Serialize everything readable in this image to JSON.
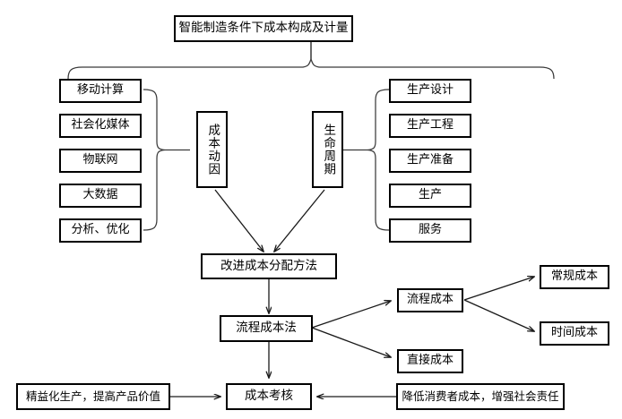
{
  "diagram": {
    "title_node": {
      "label": "智能制造条件下成本构成及计量"
    },
    "left_group": {
      "name": "cost-driver-inputs",
      "items": [
        {
          "label": "移动计算"
        },
        {
          "label": "社会化媒体"
        },
        {
          "label": "物联网"
        },
        {
          "label": "大数据"
        },
        {
          "label": "分析、优化"
        }
      ]
    },
    "left_hub": {
      "label": "成本动因"
    },
    "right_hub": {
      "label": "生命周期"
    },
    "right_group": {
      "name": "lifecycle-stages",
      "items": [
        {
          "label": "生产设计"
        },
        {
          "label": "生产工程"
        },
        {
          "label": "生产准备"
        },
        {
          "label": "生产"
        },
        {
          "label": "服务"
        }
      ]
    },
    "method_node": {
      "label": "改进成本分配方法"
    },
    "process_cost_method_node": {
      "label": "流程成本法"
    },
    "process_cost_node": {
      "label": "流程成本"
    },
    "direct_cost_node": {
      "label": "直接成本"
    },
    "regular_cost_node": {
      "label": "常规成本"
    },
    "time_cost_node": {
      "label": "时间成本"
    },
    "assessment_node": {
      "label": "成本考核"
    },
    "left_outcome_node": {
      "label": "精益化生产，提高产品价值"
    },
    "right_outcome_node": {
      "label": "降低消费者成本，增强社会责任"
    },
    "colors": {
      "box_border": "#000000",
      "background": "#ffffff",
      "text": "#000000",
      "connector": "#262626",
      "brace": "#404040"
    }
  }
}
